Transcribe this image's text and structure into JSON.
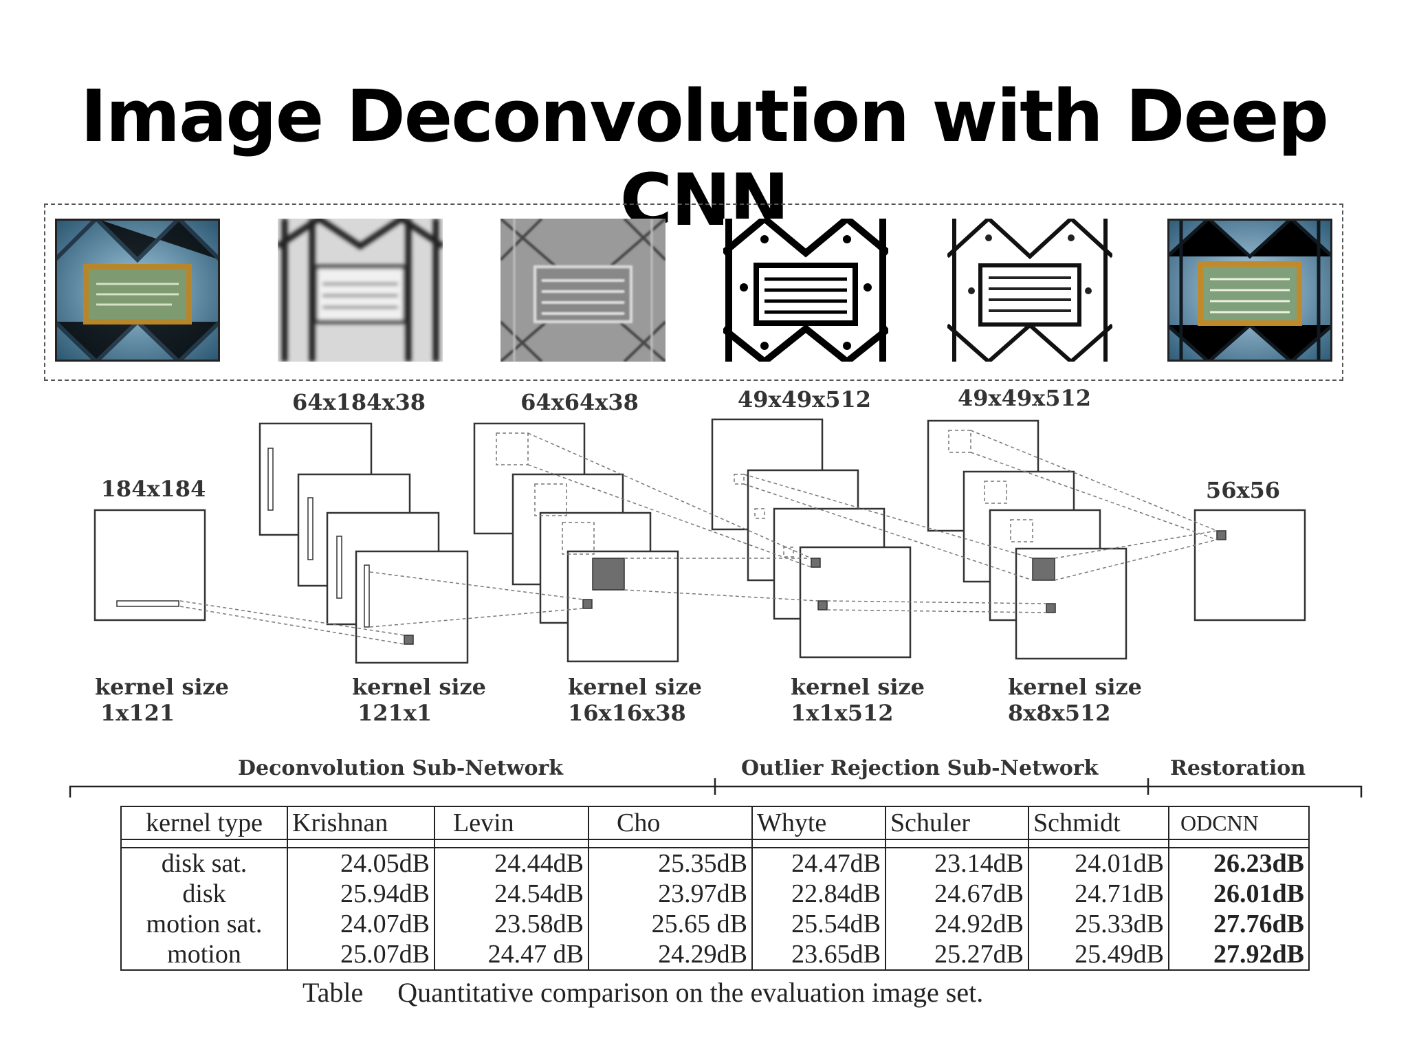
{
  "title": "Image Deconvolution with Deep CNN",
  "images": [
    {
      "name": "blurred-input-image",
      "style": "color"
    },
    {
      "name": "feature-map-1-image",
      "style": "gray-blur"
    },
    {
      "name": "feature-map-2-image",
      "style": "gray"
    },
    {
      "name": "feature-map-3-image",
      "style": "bw"
    },
    {
      "name": "feature-map-4-image",
      "style": "bw"
    },
    {
      "name": "restored-output-image",
      "style": "color"
    }
  ],
  "layers": {
    "dims": [
      "184x184",
      "64x184x38",
      "64x64x38",
      "49x49x512",
      "49x49x512",
      "56x56"
    ],
    "kernels": [
      {
        "line1": "kernel size",
        "line2": "1x121"
      },
      {
        "line1": "kernel size",
        "line2": "121x1"
      },
      {
        "line1": "kernel size",
        "line2": "16x16x38"
      },
      {
        "line1": "kernel size",
        "line2": "1x1x512"
      },
      {
        "line1": "kernel size",
        "line2": "8x8x512"
      }
    ]
  },
  "sections": [
    "Deconvolution Sub-Network",
    "Outlier Rejection  Sub-Network",
    "Restoration"
  ],
  "table": {
    "headers": [
      "kernel type",
      "Krishnan",
      "Levin",
      "Cho",
      "Whyte",
      "Schuler",
      "Schmidt",
      "ODCNN"
    ],
    "rows": [
      {
        "label": "disk sat.",
        "values": [
          "24.05dB",
          "24.44dB",
          "25.35dB",
          "24.47dB",
          "23.14dB",
          "24.01dB",
          "26.23dB"
        ]
      },
      {
        "label": "disk",
        "values": [
          "25.94dB",
          "24.54dB",
          "23.97dB",
          "22.84dB",
          "24.67dB",
          "24.71dB",
          "26.01dB"
        ]
      },
      {
        "label": "motion sat.",
        "values": [
          "24.07dB",
          "23.58dB",
          "25.65 dB",
          "25.54dB",
          "24.92dB",
          "25.33dB",
          "27.76dB"
        ]
      },
      {
        "label": "motion",
        "values": [
          "25.07dB",
          "24.47 dB",
          "24.29dB",
          "23.65dB",
          "25.27dB",
          "25.49dB",
          "27.92dB"
        ]
      }
    ],
    "caption_label": "Table",
    "caption_text": "Quantitative comparison on the evaluation image set."
  }
}
